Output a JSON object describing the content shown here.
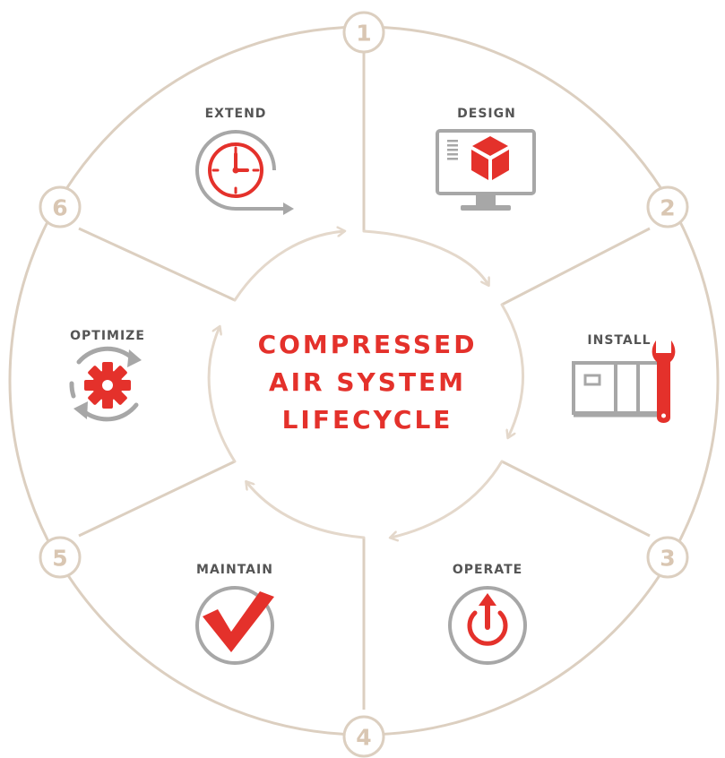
{
  "title": {
    "line1": "COMPRESSED",
    "line2": "AIR SYSTEM",
    "line3": "LIFECYCLE"
  },
  "stages": [
    {
      "number": "1",
      "label": "DESIGN",
      "icon": "monitor-cube-icon"
    },
    {
      "number": "2",
      "label": "INSTALL",
      "icon": "compressor-wrench-icon"
    },
    {
      "number": "3",
      "label": "OPERATE",
      "icon": "power-button-icon"
    },
    {
      "number": "4",
      "label": "MAINTAIN",
      "icon": "checkmark-icon"
    },
    {
      "number": "5",
      "label": "OPTIMIZE",
      "icon": "gear-cycle-icon"
    },
    {
      "number": "6",
      "label": "EXTEND",
      "icon": "clock-arrow-icon"
    }
  ],
  "colors": {
    "accent": "#e4312b",
    "ring": "#dccfc0",
    "number": "#d9c6b2",
    "icon_gray": "#a7a7a7",
    "label": "#555555"
  }
}
